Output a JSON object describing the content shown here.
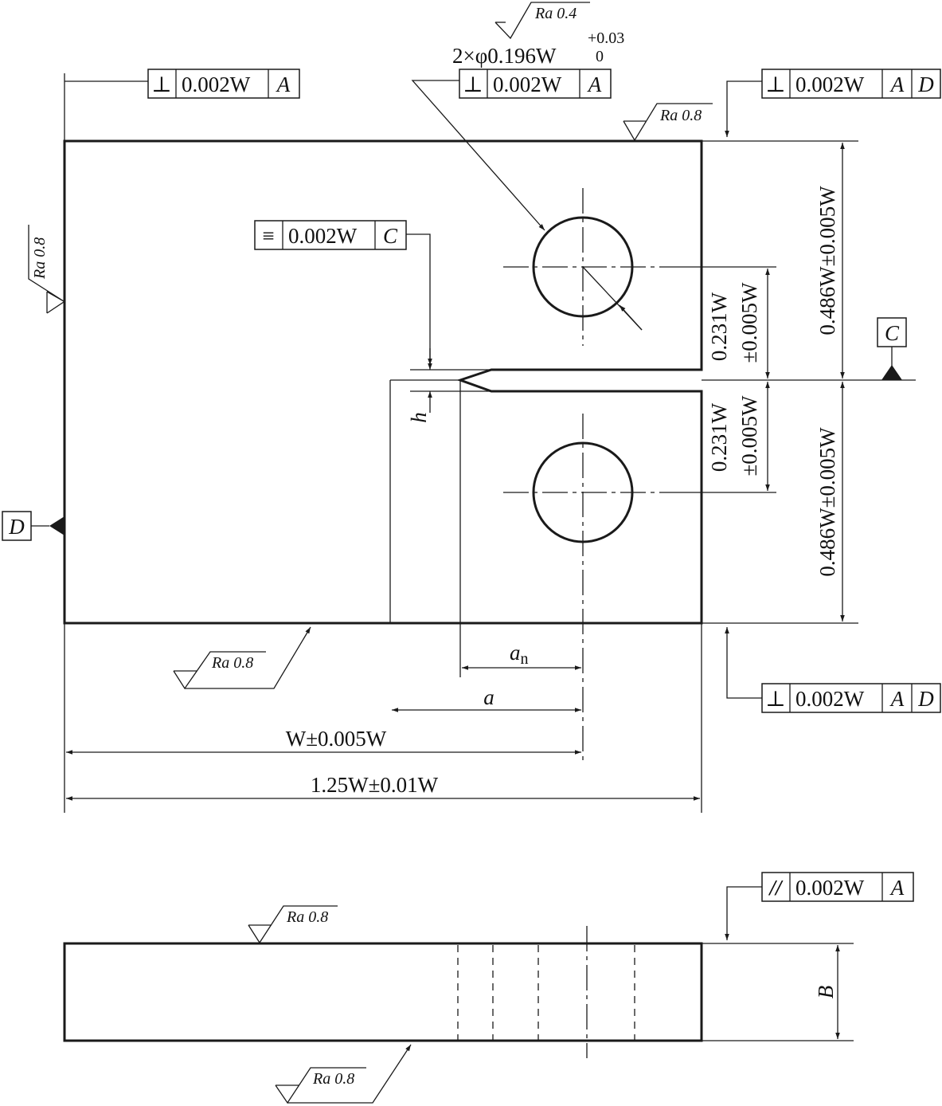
{
  "fcf": {
    "left_top": {
      "symbol": "⊥",
      "tolerance": "0.002W",
      "datums": [
        "A"
      ]
    },
    "hole": {
      "symbol": "⊥",
      "tolerance": "0.002W",
      "datums": [
        "A"
      ]
    },
    "right_top": {
      "symbol": "⊥",
      "tolerance": "0.002W",
      "datums": [
        "A",
        "D"
      ]
    },
    "right_bottom": {
      "symbol": "⊥",
      "tolerance": "0.002W",
      "datums": [
        "A",
        "D"
      ]
    },
    "symmetry": {
      "symbol": "≡",
      "tolerance": "0.002W",
      "datums": [
        "C"
      ]
    },
    "parallel": {
      "symbol": "//",
      "tolerance": "0.002W",
      "datums": [
        "A"
      ]
    }
  },
  "hole_callout": {
    "text": "2×φ0.196W",
    "tol_upper": "+0.03",
    "tol_lower": "0"
  },
  "roughness": {
    "hole": "Ra 0.4",
    "top_edge": "Ra 0.8",
    "left_edge": "Ra 0.8",
    "bottom_edge": "Ra 0.8",
    "side_top": "Ra 0.8",
    "side_bottom": "Ra 0.8"
  },
  "datums": {
    "C": "C",
    "D": "D"
  },
  "dims": {
    "half_height_top": "0.486W±0.005W",
    "half_height_bottom": "0.486W±0.005W",
    "hole_offset_top_1": "0.231W",
    "hole_offset_top_2": "±0.005W",
    "hole_offset_bottom_1": "0.231W",
    "hole_offset_bottom_2": "±0.005W",
    "notch_h": "h",
    "a_n": "a",
    "a_n_sub": "n",
    "a": "a",
    "W": "W±0.005W",
    "overall": "1.25W±0.01W",
    "thickness": "B"
  }
}
